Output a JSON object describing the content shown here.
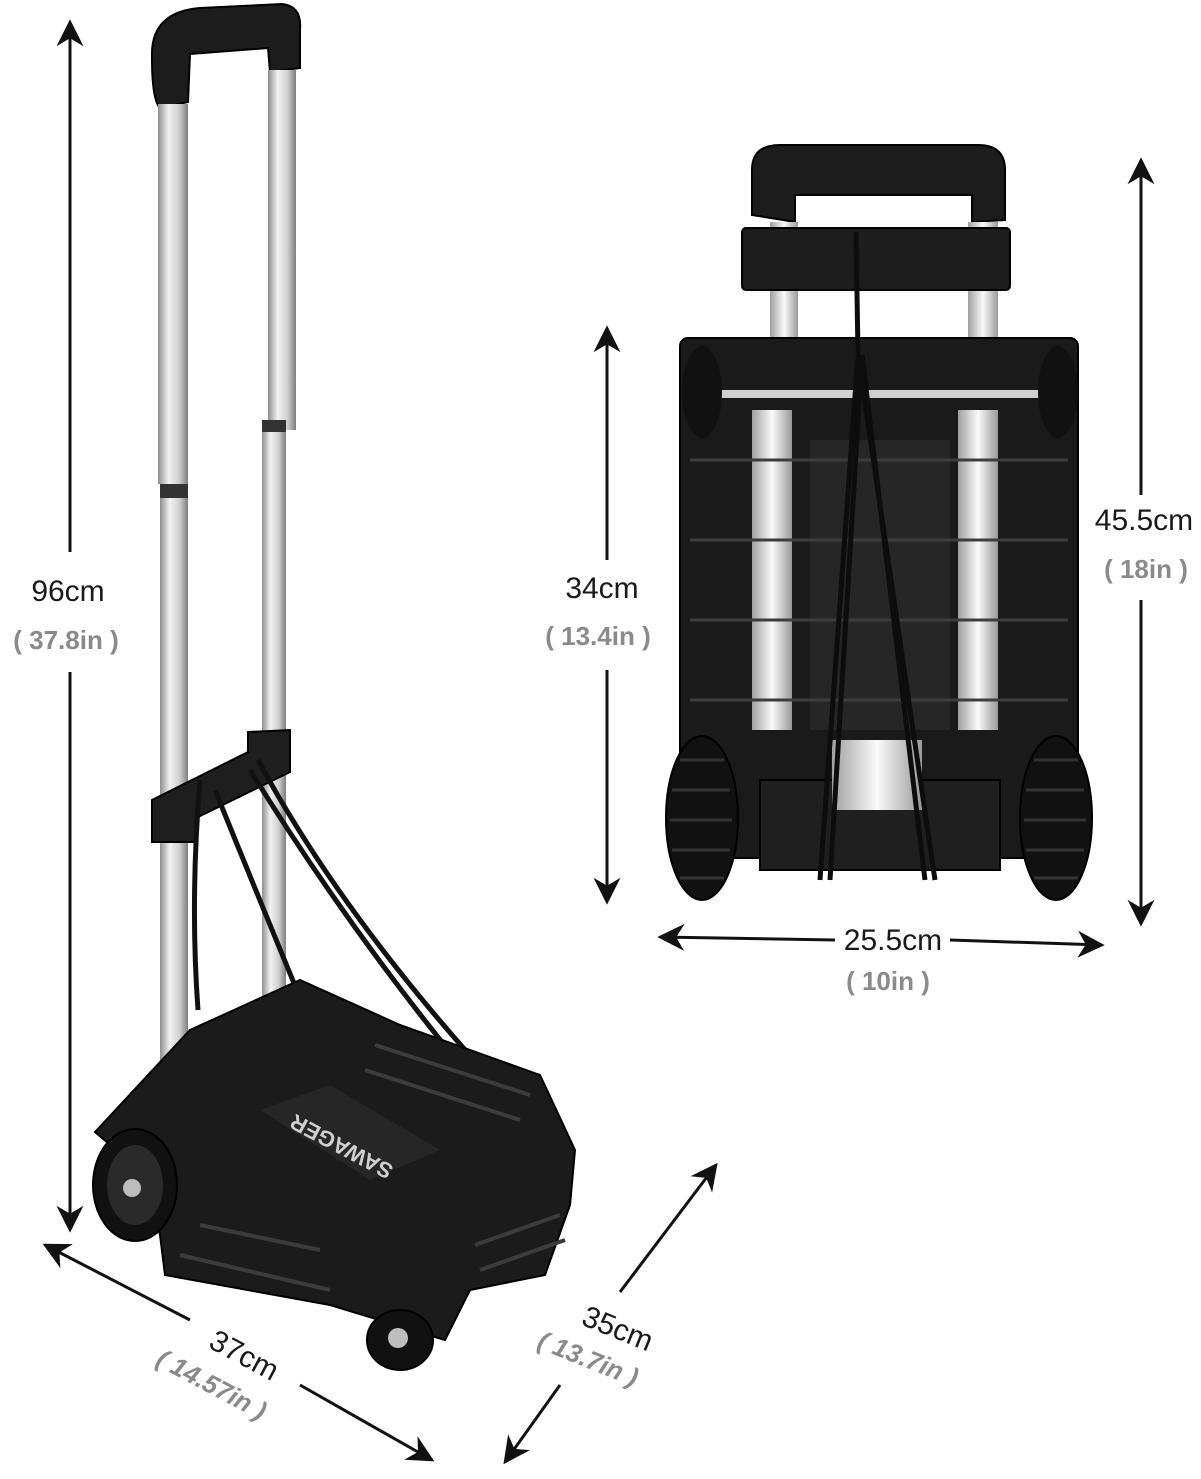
{
  "dimensions": {
    "open_height": {
      "metric": "96cm",
      "imperial": "( 37.8in )"
    },
    "open_length": {
      "metric": "37cm",
      "imperial": "( 14.57in )"
    },
    "open_width": {
      "metric": "35cm",
      "imperial": "( 13.7in )"
    },
    "folded_body": {
      "metric": "34cm",
      "imperial": "( 13.4in )"
    },
    "folded_height": {
      "metric": "45.5cm",
      "imperial": "( 18in )"
    },
    "folded_width": {
      "metric": "25.5cm",
      "imperial": "( 10in )"
    }
  },
  "brand_mark": "SAWAGER",
  "colors": {
    "plastic": "#1b1b1b",
    "plastic_edge": "#3a3a3a",
    "aluminum": "#d9d9d9",
    "aluminum_shade": "#9c9c9c",
    "arrow": "#111111",
    "metric_text": "#1a1a1a",
    "imperial_text": "#8a8a8a"
  }
}
